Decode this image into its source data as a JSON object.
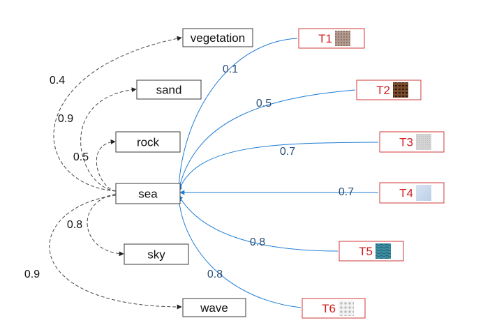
{
  "colors": {
    "texture_label": "#d21e1e",
    "link_blue": "#1e7bd6",
    "weight_blue": "#2b4f7a",
    "texture_border": "#d23a3a"
  },
  "labels": [
    {
      "id": "vegetation",
      "text": "vegetation"
    },
    {
      "id": "sand",
      "text": "sand"
    },
    {
      "id": "rock",
      "text": "rock"
    },
    {
      "id": "sea",
      "text": "sea"
    },
    {
      "id": "sky",
      "text": "sky"
    },
    {
      "id": "wave",
      "text": "wave"
    }
  ],
  "textures": [
    {
      "id": "T1",
      "text": "T1",
      "swatch": [
        "#b39a8f",
        "#8e7467"
      ]
    },
    {
      "id": "T2",
      "text": "T2",
      "swatch": [
        "#7a4a2a",
        "#2d1a10"
      ]
    },
    {
      "id": "T3",
      "text": "T3",
      "swatch": [
        "#d4d4d4",
        "#b9b9b9"
      ]
    },
    {
      "id": "T4",
      "text": "T4",
      "swatch": [
        "#d7e3f2",
        "#bcd0e8"
      ]
    },
    {
      "id": "T5",
      "text": "T5",
      "swatch": [
        "#3f8fa3",
        "#1d5b6d"
      ]
    },
    {
      "id": "T6",
      "text": "T6",
      "swatch": [
        "#f2f2f2",
        "#b5b5b5"
      ]
    }
  ],
  "semantic_links": [
    {
      "from": "sea",
      "to": "vegetation",
      "weight": "0.4"
    },
    {
      "from": "sea",
      "to": "sand",
      "weight": "0.9"
    },
    {
      "from": "sea",
      "to": "rock",
      "weight": "0.5"
    },
    {
      "from": "sea",
      "to": "sky",
      "weight": "0.8"
    },
    {
      "from": "sea",
      "to": "wave",
      "weight": "0.9"
    }
  ],
  "texture_links": [
    {
      "texture": "T1",
      "label": "sea",
      "weight": "0.1"
    },
    {
      "texture": "T2",
      "label": "sea",
      "weight": "0.5"
    },
    {
      "texture": "T3",
      "label": "sea",
      "weight": "0.7"
    },
    {
      "texture": "T4",
      "label": "sea",
      "weight": "0.7"
    },
    {
      "texture": "T5",
      "label": "sea",
      "weight": "0.8"
    },
    {
      "texture": "T6",
      "label": "sea",
      "weight": "0.8"
    }
  ]
}
